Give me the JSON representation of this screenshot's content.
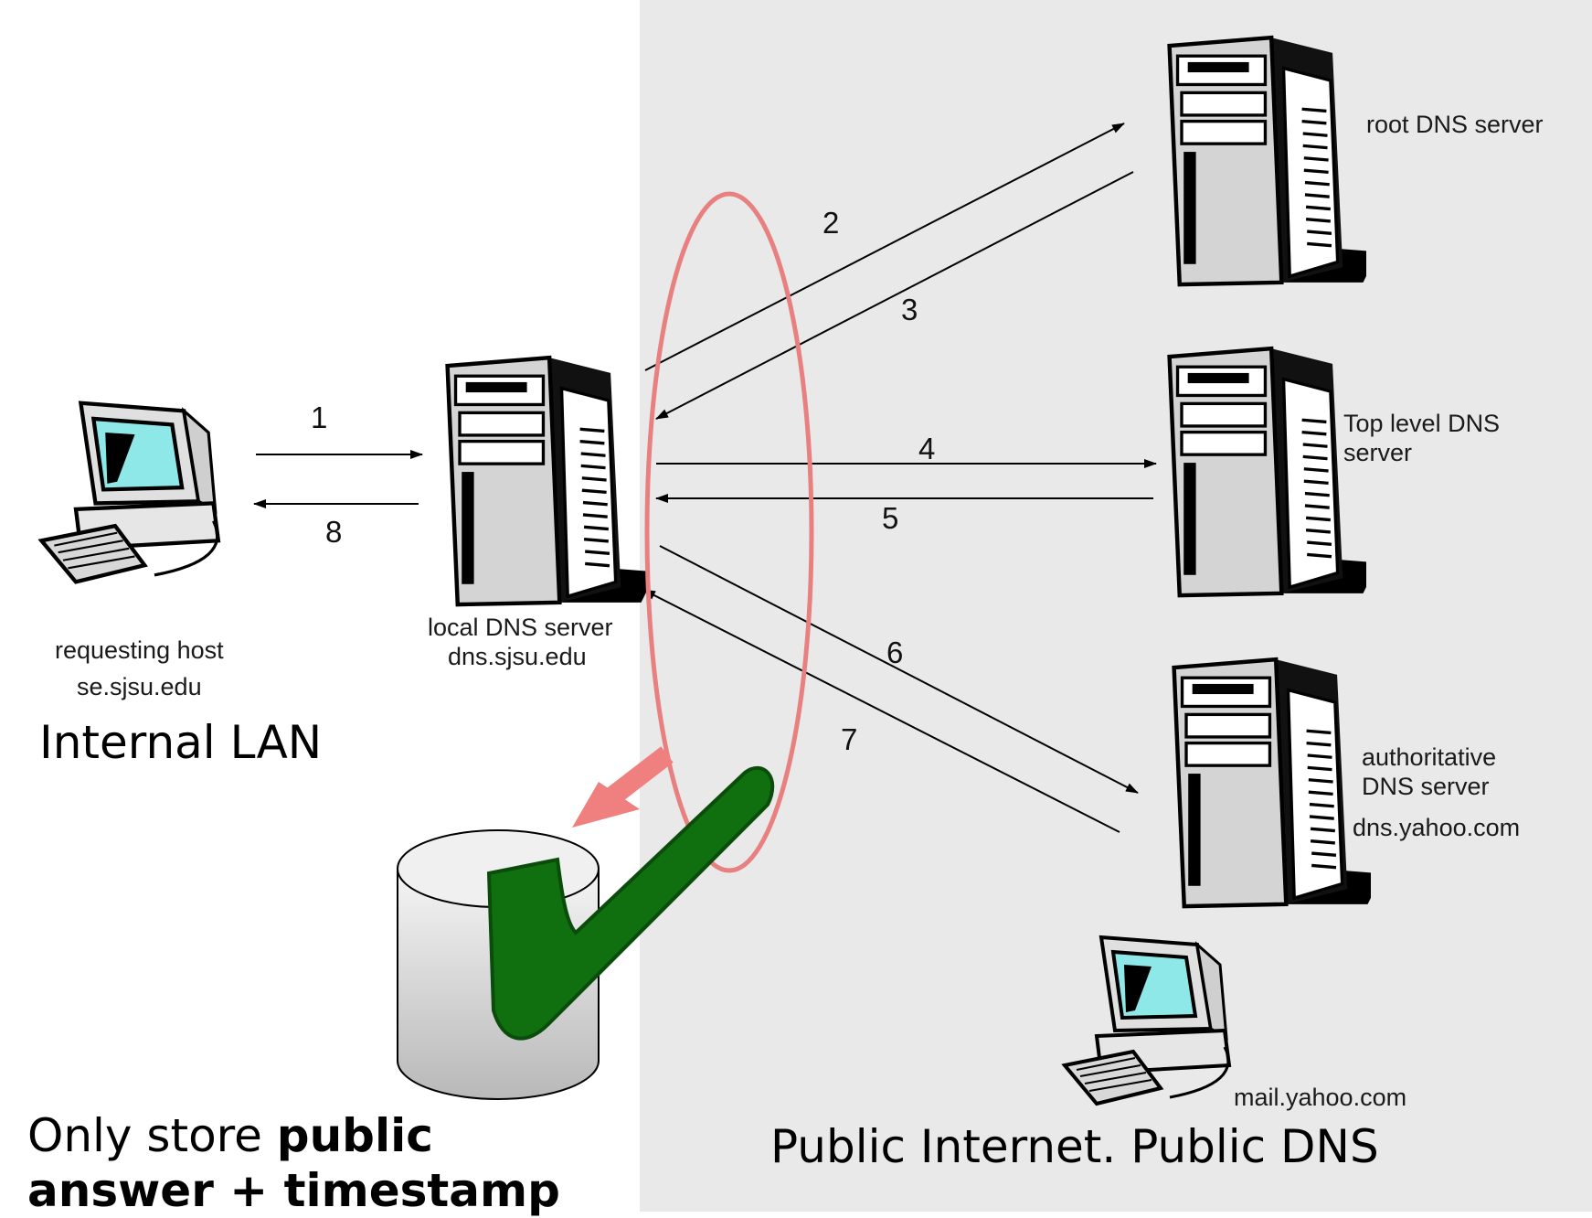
{
  "nodes": {
    "requesting_host": {
      "line1": "requesting host",
      "line2": "se.sjsu.edu"
    },
    "local_dns": {
      "line1": "local DNS server",
      "line2": "dns.sjsu.edu"
    },
    "root_dns": {
      "line1": "root DNS server"
    },
    "tld_dns": {
      "line1": "Top level DNS",
      "line2": "server"
    },
    "auth_dns": {
      "line1": "authoritative",
      "line2": "DNS server",
      "line3": "dns.yahoo.com"
    },
    "mail_host": {
      "line1": "mail.yahoo.com"
    }
  },
  "steps": [
    "1",
    "2",
    "3",
    "4",
    "5",
    "6",
    "7",
    "8"
  ],
  "regions": {
    "internal": "Internal LAN",
    "public": "Public Internet. Public DNS"
  },
  "caption": {
    "prefix": "Only store ",
    "bold1": "public",
    "line2": "answer + timestamp"
  },
  "colors": {
    "public_bg": "#e9e9e9",
    "ellipse": "#e88080",
    "arrow_pink": "#f08080",
    "check": "#107010"
  },
  "icons": [
    "computer-icon",
    "server-icon",
    "database-icon",
    "checkmark-icon"
  ]
}
